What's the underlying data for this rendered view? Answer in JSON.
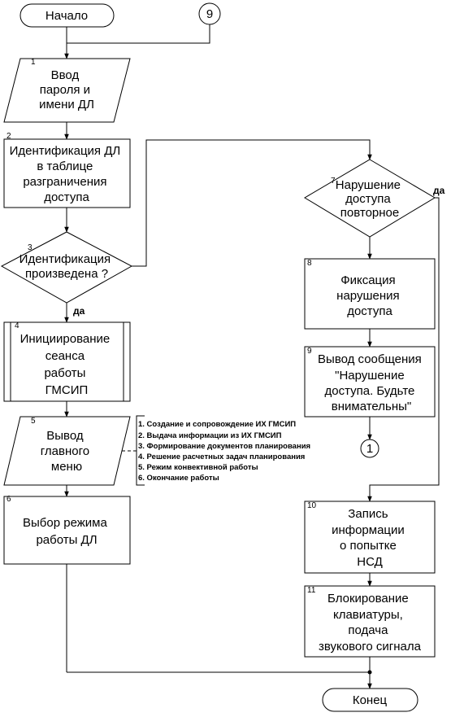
{
  "start": "Начало",
  "end": "Конец",
  "yes_label": "да",
  "connector_top": "9",
  "connector_mid": "1",
  "blocks": [
    {
      "num": "1",
      "lines": [
        "Ввод",
        "пароля и",
        "имени ДЛ"
      ]
    },
    {
      "num": "2",
      "lines": [
        "Идентификация ДЛ",
        "в таблице",
        "разграничения",
        "доступа"
      ]
    },
    {
      "num": "3",
      "lines": [
        "Идентификация",
        "произведена ?"
      ]
    },
    {
      "num": "4",
      "lines": [
        "Инициирование",
        "сеанса",
        "работы",
        "ГМСИП"
      ]
    },
    {
      "num": "5",
      "lines": [
        "Вывод",
        "главного",
        "меню"
      ]
    },
    {
      "num": "6",
      "lines": [
        "Выбор режима",
        "работы ДЛ"
      ]
    },
    {
      "num": "7",
      "lines": [
        "Нарушение",
        "доступа",
        "повторное"
      ]
    },
    {
      "num": "8",
      "lines": [
        "Фиксация",
        "нарушения",
        "доступа"
      ]
    },
    {
      "num": "9",
      "lines": [
        "Вывод сообщения",
        "\"Нарушение",
        "доступа. Будьте",
        "внимательны\""
      ]
    },
    {
      "num": "10",
      "lines": [
        "Запись",
        "информации",
        "о попытке",
        "НСД"
      ]
    },
    {
      "num": "11",
      "lines": [
        "Блокирование",
        "клавиатуры,",
        "подача",
        "звукового сигнала"
      ]
    }
  ],
  "menu_items": [
    "1. Создание и сопровождение ИХ  ГМСИП",
    "2. Выдача информации из  ИХ ГМСИП",
    "3. Формирование документов планирования",
    "4. Решение расчетных задач планирования",
    "5. Режим конвективной работы",
    "6. Окончание работы"
  ]
}
